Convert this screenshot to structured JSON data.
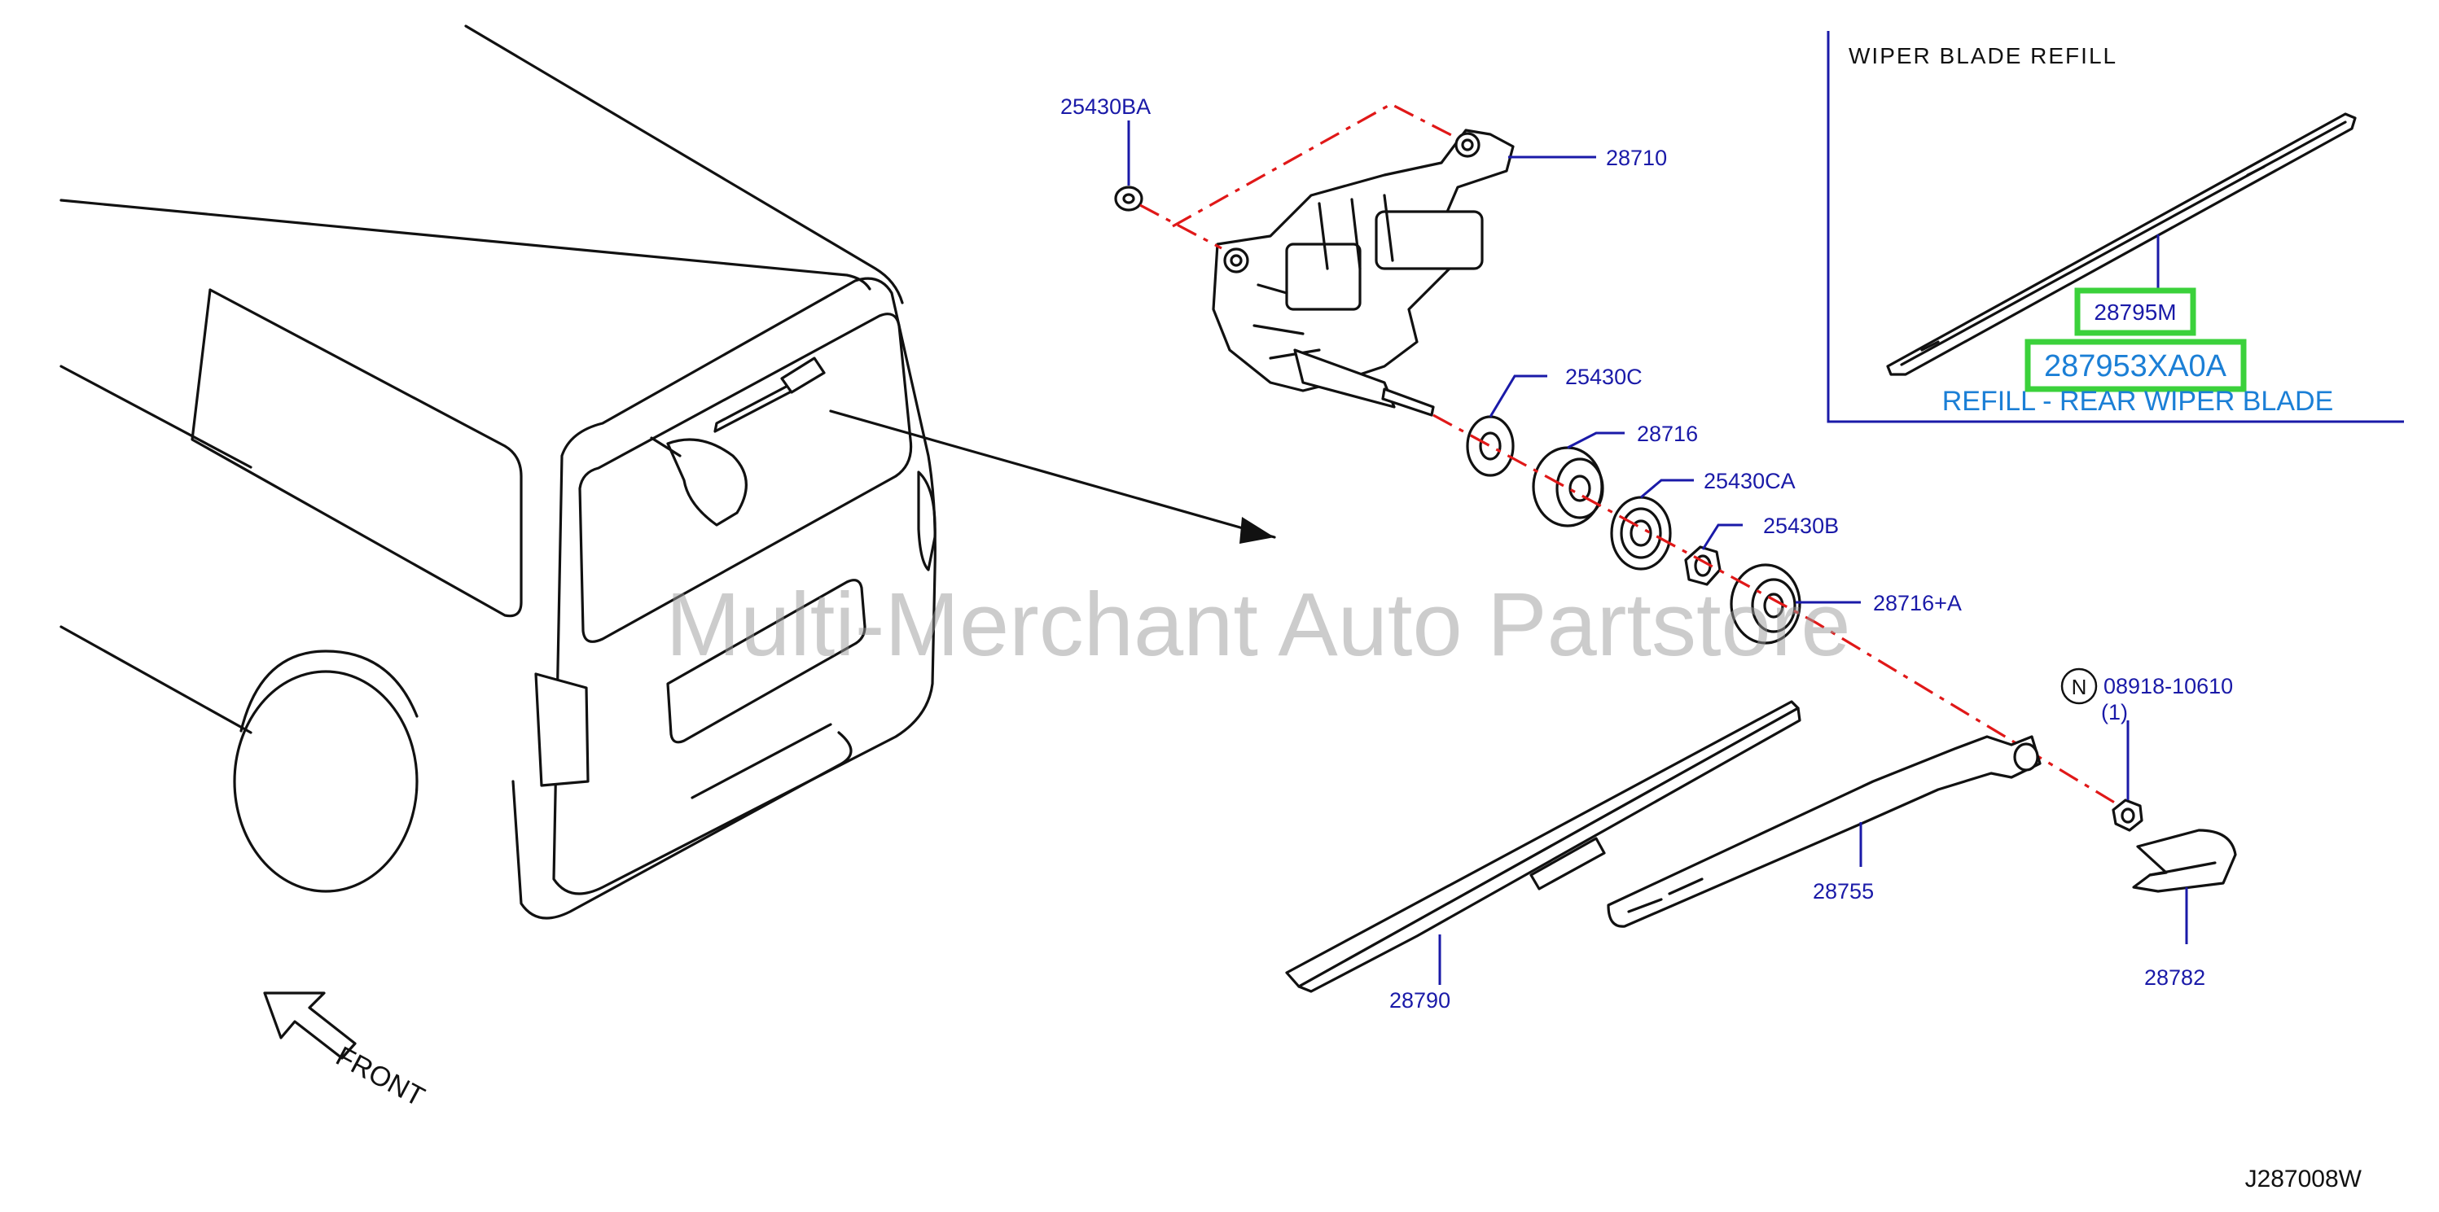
{
  "inset": {
    "title": "WIPER   BLADE   REFILL",
    "part_small": "28795M",
    "part_big": "287953XA0A",
    "description": "REFILL - REAR WIPER BLADE"
  },
  "callouts": [
    {
      "id": "25430BA",
      "text": "25430BA"
    },
    {
      "id": "28710",
      "text": "28710"
    },
    {
      "id": "25430C",
      "text": "25430C"
    },
    {
      "id": "28716",
      "text": "28716"
    },
    {
      "id": "25430CA",
      "text": "25430CA"
    },
    {
      "id": "25430B",
      "text": "25430B"
    },
    {
      "id": "28716A",
      "text": "28716+A"
    },
    {
      "id": "08918",
      "text": "08918-10610"
    },
    {
      "id": "qty",
      "text": "(1)"
    },
    {
      "id": "28755",
      "text": "28755"
    },
    {
      "id": "28790",
      "text": "28790"
    },
    {
      "id": "28782",
      "text": "28782"
    }
  ],
  "nut_symbol": "N",
  "front_label": "FRONT",
  "watermark": "Multi-Merchant Auto Partstore",
  "diagram_code": "J287008W",
  "colors": {
    "label_blue": "#1a1aa8",
    "highlight_green": "#3bd13b",
    "refill_blue": "#1b7fd6",
    "dash_red": "#e01818"
  }
}
